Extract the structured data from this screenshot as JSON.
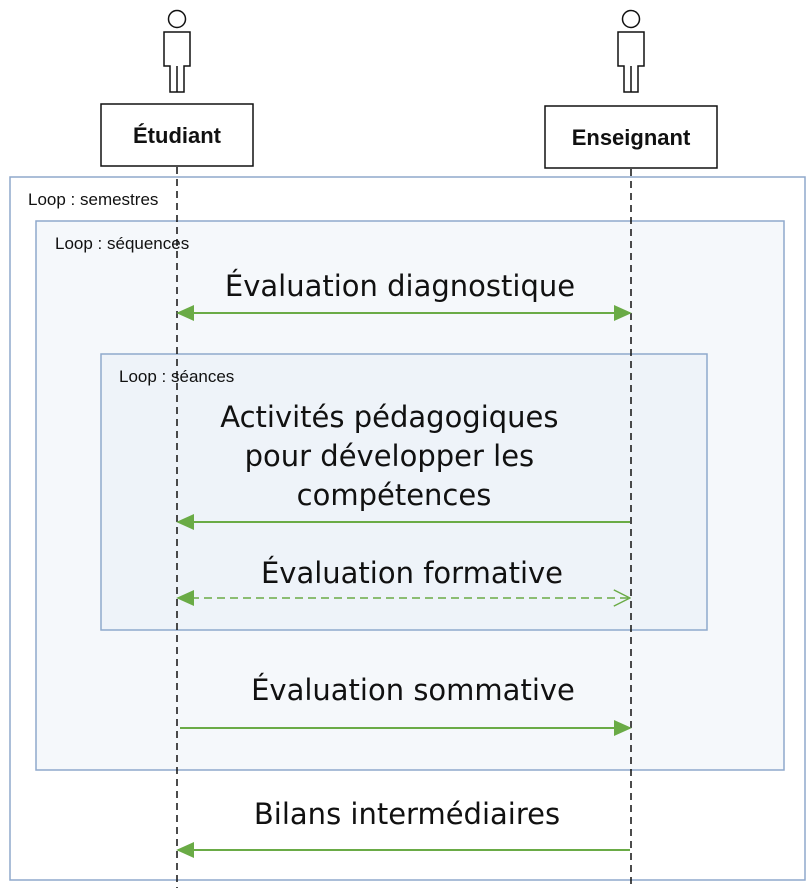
{
  "actors": {
    "student": "Étudiant",
    "teacher": "Enseignant"
  },
  "loops": {
    "outer": "Loop : semestres",
    "middle": "Loop : séquences",
    "inner": "Loop : séances"
  },
  "messages": {
    "diagnostic": "Évaluation diagnostique",
    "activities": [
      "Activités pédagogiques",
      "pour développer les",
      "compétences"
    ],
    "formative": "Évaluation formative",
    "summative": "Évaluation sommative",
    "reviews": "Bilans intermédiaires"
  },
  "colors": {
    "arrow": "#6aab46",
    "frame_border": "#8fa9cc",
    "frame_fill": "#f1f5fa",
    "lifeline": "#111111"
  },
  "icons": {
    "student": "actor-person-icon",
    "teacher": "actor-person-icon"
  }
}
